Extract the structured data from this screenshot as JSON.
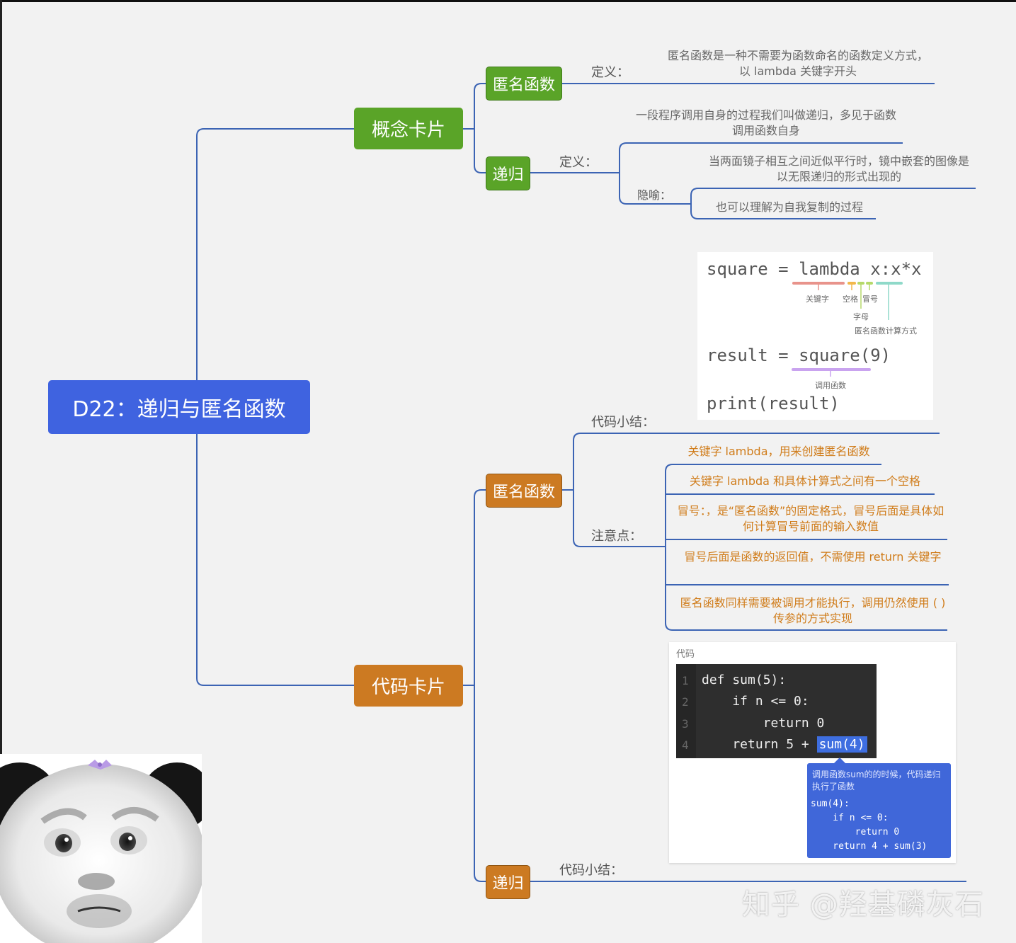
{
  "root": {
    "label": "D22：递归与匿名函数"
  },
  "concept_card": {
    "label": "概念卡片",
    "anonymous": {
      "label": "匿名函数",
      "def_label": "定义：",
      "def_text": "匿名函数是一种不需要为函数命名的函数定义方式，以 lambda 关键字开头"
    },
    "recursion": {
      "label": "递归",
      "def_label": "定义：",
      "def_text": "一段程序调用自身的过程我们叫做递归，多见于函数调用函数自身",
      "metaphor_label": "隐喻：",
      "metaphor_1": "当两面镜子相互之间近似平行时，镜中嵌套的图像是以无限递归的形式出现的",
      "metaphor_2": "也可以理解为自我复制的过程"
    }
  },
  "code_card": {
    "label": "代码卡片",
    "anonymous": {
      "label": "匿名函数",
      "summary_label": "代码小结：",
      "image": {
        "l1_var": "square",
        "l1_eq": "=",
        "l1_kw": "lambda",
        "l1_expr": "x:x*x",
        "ann_keyword": "关键字",
        "ann_space": "空格",
        "ann_colon": "冒号",
        "ann_letter": "字母",
        "ann_calc": "匿名函数计算方式",
        "l2_var": "result",
        "l2_eq": "=",
        "l2_call": "square(9)",
        "ann_call": "调用函数",
        "l3": "print(result)",
        "colors": {
          "keyword": "#e8938b",
          "space": "#f2b84b",
          "colon": "#b5d96a",
          "calc": "#8fd9c9",
          "call": "#c9a3ef"
        }
      },
      "notes_label": "注意点：",
      "notes": [
        "关键字 lambda，用来创建匿名函数",
        "关键字 lambda 和具体计算式之间有一个空格",
        "冒号：，是“匿名函数”的固定格式，冒号后面是具体如何计算冒号前面的输入数值",
        "冒号后面是函数的返回值，不需使用 return 关键字",
        "匿名函数同样需要被调用才能执行，调用仍然使用 ( )传参的方式实现"
      ]
    },
    "code_block": {
      "header": "代码",
      "line_numbers": [
        "1",
        "2",
        "3",
        "4"
      ],
      "lines": [
        "def sum(5):",
        "    if n <= 0:",
        "        return 0",
        "    return 5 + "
      ],
      "highlight": "sum(4)",
      "tooltip_text": "调用函数sum的的时候，代码递归执行了函数",
      "tooltip_code": [
        "sum(4):",
        "    if n <= 0:",
        "        return 0",
        "    return 4 + sum(3)"
      ]
    },
    "recursion": {
      "label": "递归",
      "summary_label": "代码小结："
    }
  },
  "watermark": "知乎 @羟基磷灰石",
  "colors": {
    "root": "#3f63e0",
    "green": "#5aa428",
    "orange": "#cc7a22",
    "line": "#3c64b4",
    "note_text": "#d07c1a"
  }
}
